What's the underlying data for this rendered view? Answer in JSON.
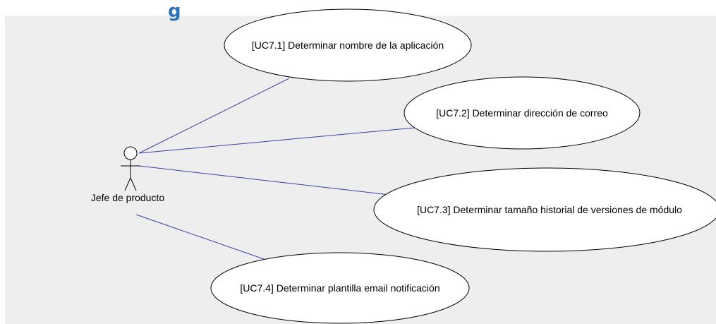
{
  "heading_fragment": "g",
  "actor": {
    "label": "Jefe de producto"
  },
  "use_cases": [
    {
      "id": "uc7-1",
      "label": "[UC7.1] Determinar nombre de la aplicación"
    },
    {
      "id": "uc7-2",
      "label": "[UC7.2] Determinar dirección de correo"
    },
    {
      "id": "uc7-3",
      "label": "[UC7.3] Determinar tamaño historial de versiones de módulo"
    },
    {
      "id": "uc7-4",
      "label": "[UC7.4] Determinar plantilla email notificación"
    }
  ],
  "colors": {
    "background": "#eeeeee",
    "heading": "#2e74b5",
    "association": "#3c3fa8",
    "ellipse_fill": "#ffffff",
    "ellipse_stroke": "#000000"
  }
}
